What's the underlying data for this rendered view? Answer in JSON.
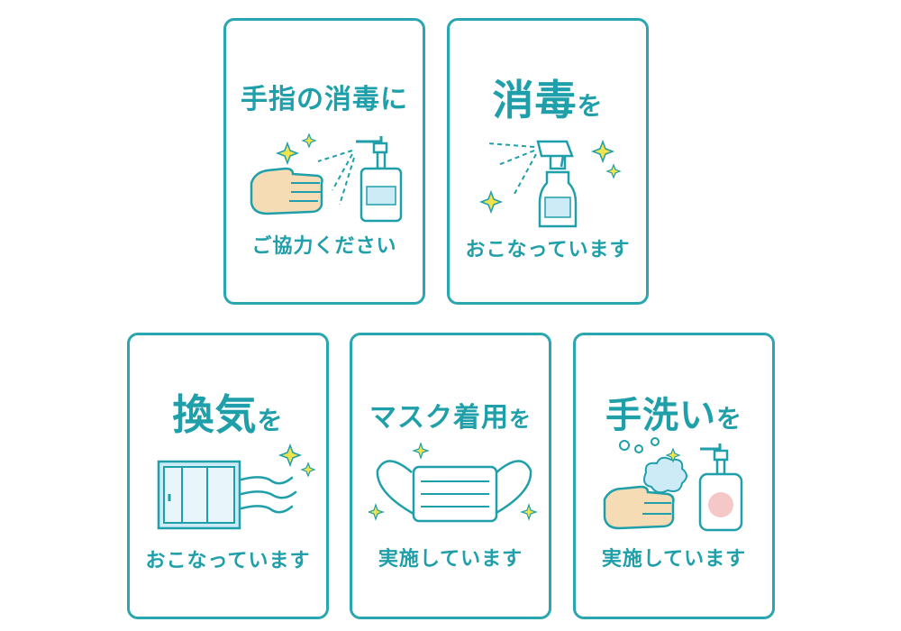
{
  "cards": [
    {
      "title": "手指の消毒に",
      "caption": "ご協力ください",
      "icons": [
        "hand-icon",
        "pump-bottle-icon",
        "sparkle-icon",
        "spray-mist-icon"
      ]
    },
    {
      "title_main": "消毒",
      "title_tail": "を",
      "caption": "おこなっています",
      "icons": [
        "spray-bottle-icon",
        "sparkle-icon",
        "spray-mist-icon"
      ]
    },
    {
      "title_main": "換気",
      "title_tail": "を",
      "caption": "おこなっています",
      "icons": [
        "window-icon",
        "wind-icon",
        "sparkle-icon"
      ]
    },
    {
      "title_main": "マスク着用",
      "title_tail": "を",
      "caption": "実施しています",
      "icons": [
        "mask-icon",
        "sparkle-icon"
      ]
    },
    {
      "title_main": "手洗い",
      "title_tail": "を",
      "caption": "実施しています",
      "icons": [
        "hand-icon",
        "soap-bottle-icon",
        "bubbles-icon",
        "sparkle-icon"
      ]
    }
  ],
  "colors": {
    "accent": "#2aa6b0",
    "text": "#1f9fa9",
    "sparkle": "#f2e34c",
    "skin": "#f6dcb5",
    "bottle_label": "#cdeaf7",
    "soap_label": "#f6c7c7"
  }
}
